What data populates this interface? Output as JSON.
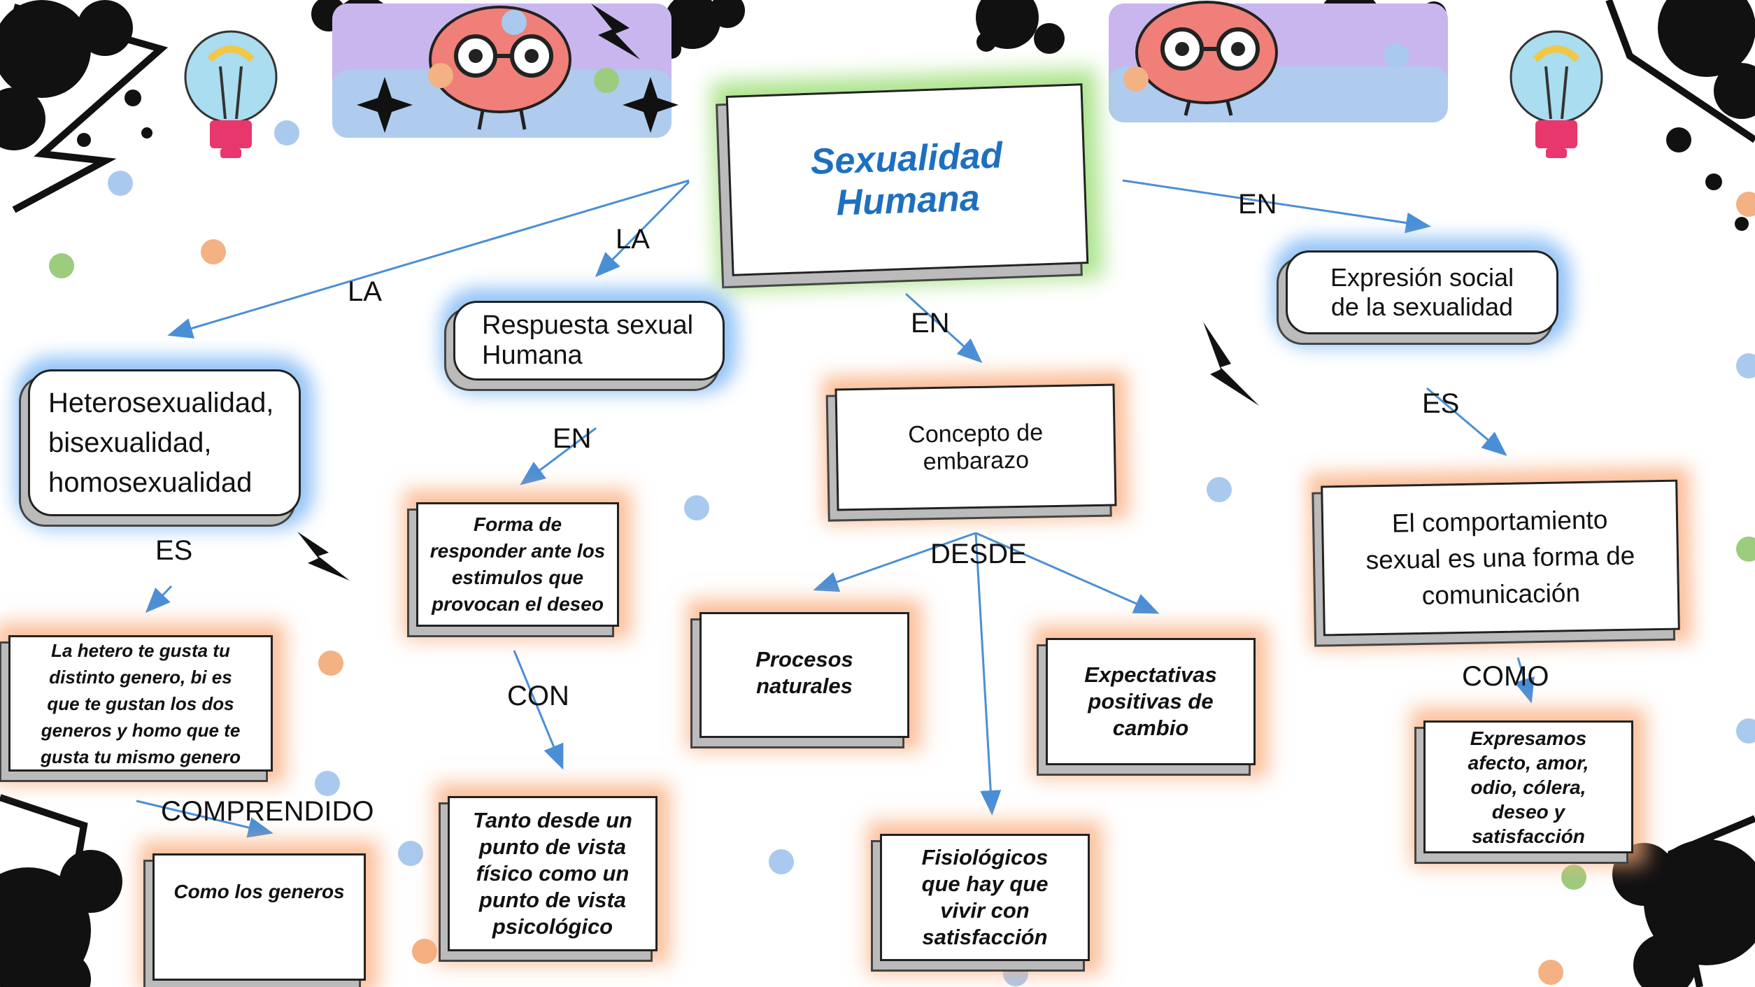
{
  "colors": {
    "title": "#1f6fbf",
    "arrow": "#4a8fd6",
    "glow_orange": "#f9b88a",
    "glow_blue": "#8cc2f5",
    "glow_green": "#9fdc7a",
    "dot_blue": "#a9c9ef",
    "dot_orange": "#f4b183",
    "dot_green": "#9ccc7e"
  },
  "icons": [
    "brain-with-glasses-icon",
    "lightbulb-icon",
    "lightning-bolt-icon",
    "ink-splash-icon",
    "sparkle-icon"
  ],
  "main": {
    "title_line1": "Sexualidad",
    "title_line2": "Humana"
  },
  "nodes": {
    "respuesta": {
      "line1": "Respuesta sexual",
      "line2": "Humana"
    },
    "hetero": {
      "line1": "Heterosexualidad,",
      "line2": "bisexualidad,",
      "line3": "homosexualidad"
    },
    "expresion": {
      "line1": "Expresión social",
      "line2": "de la sexualidad"
    },
    "concepto": {
      "line1": "Concepto de",
      "line2": "embarazo"
    },
    "forma": {
      "line1": "Forma de",
      "line2": "responder ante los",
      "line3": "estimulos que",
      "line4": "provocan el deseo"
    },
    "hetero_def": {
      "line1": "La hetero te gusta tu",
      "line2": "distinto genero, bi es",
      "line3": "que te gustan los dos",
      "line4": "generos y homo que te",
      "line5": "gusta tu mismo genero"
    },
    "generos": {
      "line1": "Como los generos"
    },
    "tanto": {
      "line1": "Tanto desde un",
      "line2": "punto de vista",
      "line3": "físico como un",
      "line4": "punto de vista",
      "line5": "psicológico"
    },
    "procesos": {
      "line1": "Procesos",
      "line2": "naturales"
    },
    "expectativas": {
      "line1": "Expectativas",
      "line2": "positivas de",
      "line3": "cambio"
    },
    "fisiologicos": {
      "line1": "Fisiológicos",
      "line2": "que hay que",
      "line3": "vivir con",
      "line4": "satisfacción"
    },
    "comportamiento": {
      "line1": "El comportamiento",
      "line2": "sexual es una forma de",
      "line3": "comunicación"
    },
    "expresamos": {
      "line1": "Expresamos",
      "line2": "afecto, amor,",
      "line3": "odio, cólera,",
      "line4": "deseo y",
      "line5": "satisfacción"
    }
  },
  "labels": {
    "la_left": "LA",
    "la_mid": "LA",
    "en_right": "EN",
    "en_center": "EN",
    "en_respuesta": "EN",
    "es_left": "ES",
    "es_right": "ES",
    "desde": "DESDE",
    "con": "CON",
    "comprendido": "COMPRENDIDO",
    "como": "COMO"
  }
}
